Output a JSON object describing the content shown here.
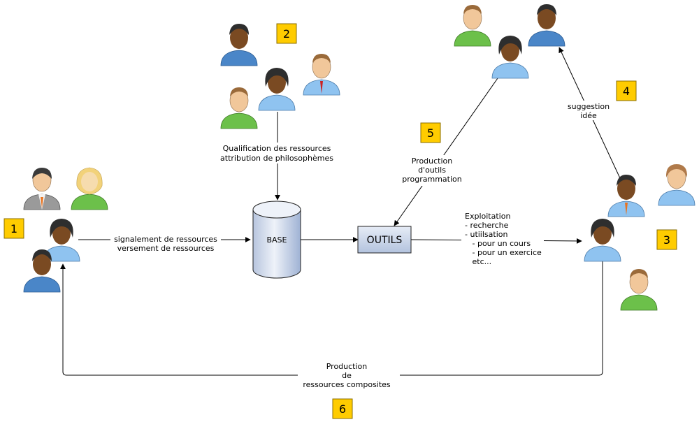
{
  "badges": [
    "1",
    "2",
    "3",
    "4",
    "5",
    "6"
  ],
  "base": {
    "label": "BASE"
  },
  "tools": {
    "label": "OUTILS"
  },
  "labels": {
    "signalement": [
      "signalement de ressources",
      "versement de ressources"
    ],
    "qualification": [
      "Qualification des ressources",
      "attribution de philosophèmes"
    ],
    "production_outils": [
      "Production",
      "d'outils",
      "programmation"
    ],
    "exploitation": [
      "Exploitation",
      "- recherche",
      "- utiilsation",
      "   - pour un cours",
      "   - pour un exercice",
      "   etc..."
    ],
    "suggestion": [
      "suggestion",
      "idée"
    ],
    "production_composites": [
      "Production",
      "de",
      "ressources composites"
    ]
  },
  "colors": {
    "badge_fill": "#FFCC00",
    "badge_stroke": "#8a6d00",
    "box_fill_top": "#e6ecf6",
    "box_fill_bottom": "#b3c3de",
    "shirt_blue": "#8fc3f0",
    "shirt_green": "#6cc04a",
    "shirt_darkblue": "#4a86c8",
    "shirt_grey": "#9a9a9a",
    "skin_dark": "#7a4a22",
    "skin_light": "#f1c79a",
    "hair_dark": "#2e2e2e",
    "hair_brown": "#9a6a3a",
    "hair_blond": "#f2d27a",
    "arrow": "#000000"
  }
}
